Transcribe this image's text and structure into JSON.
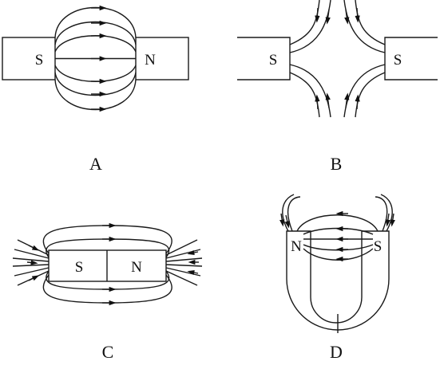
{
  "panels": {
    "a": {
      "label": "A",
      "left_pole": "S",
      "right_pole": "N"
    },
    "b": {
      "label": "B",
      "left_pole": "S",
      "right_pole": "S"
    },
    "c": {
      "label": "C",
      "left_pole": "S",
      "right_pole": "N"
    },
    "d": {
      "label": "D",
      "left_pole": "N",
      "right_pole": "S"
    }
  }
}
